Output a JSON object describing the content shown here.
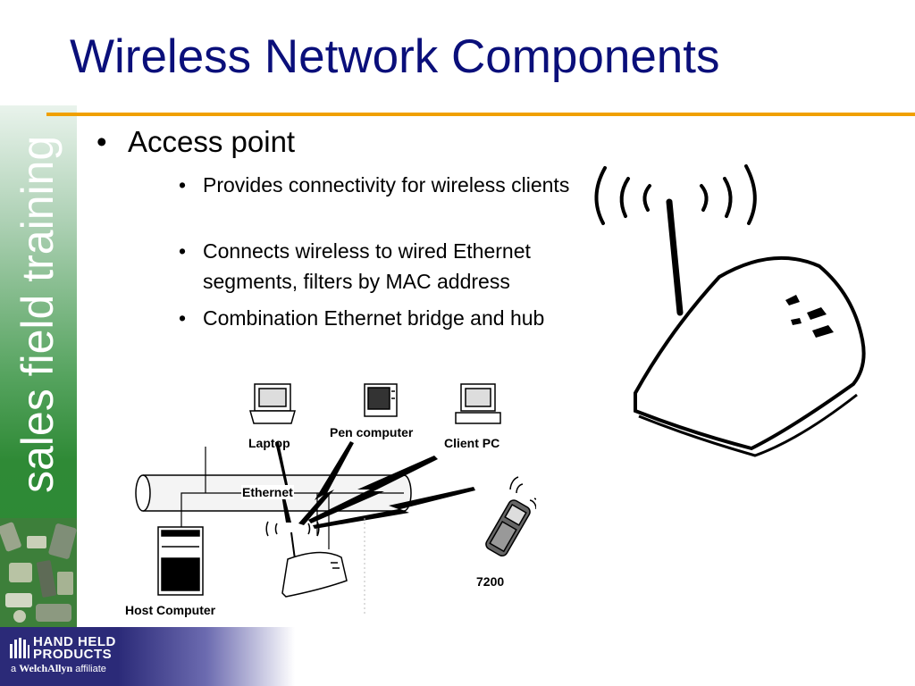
{
  "title": "Wireless Network Components",
  "sidebar": {
    "vertical_text": "sales field training"
  },
  "main_bullet": {
    "marker": "•",
    "text": "Access point"
  },
  "sub_bullets": [
    {
      "marker": "•",
      "text": "Provides connectivity for wireless clients"
    },
    {
      "marker": "•",
      "text": "Connects wireless to wired Ethernet segments, filters by MAC address"
    },
    {
      "marker": "•",
      "text": "Combination Ethernet bridge and hub"
    }
  ],
  "diagram": {
    "laptop": "Laptop",
    "pen_computer": "Pen computer",
    "client_pc": "Client PC",
    "ethernet": "Ethernet",
    "device_7200": "7200",
    "host_computer": "Host Computer"
  },
  "logo": {
    "line1": "HAND HELD",
    "line2": "PRODUCTS",
    "affiliate_prefix": "a",
    "affiliate_brand": "WelchAllyn",
    "affiliate_suffix": "affiliate"
  },
  "colors": {
    "title": "#0a0f7a",
    "rule": "#f0a000",
    "sidebar_green": "#2f8a36",
    "logo_band": "#2b2a78"
  }
}
